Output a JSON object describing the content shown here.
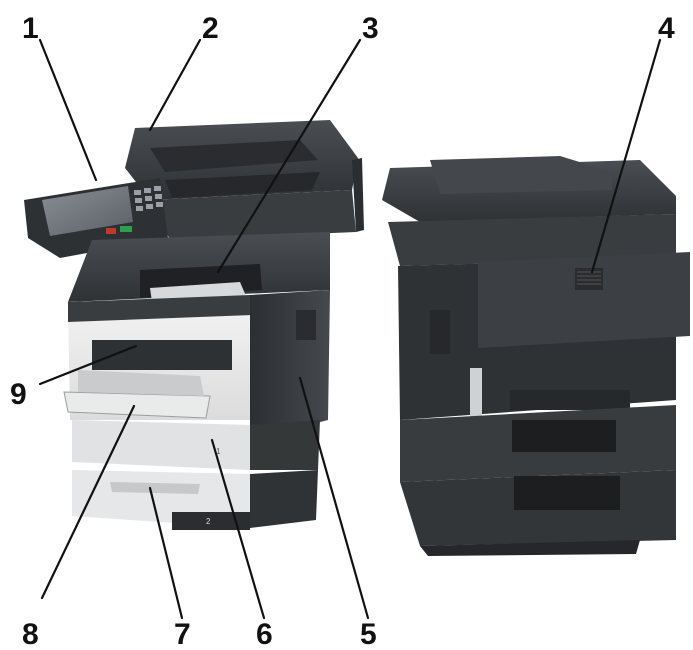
{
  "figure": {
    "callouts": [
      {
        "number": "1"
      },
      {
        "number": "2"
      },
      {
        "number": "3"
      },
      {
        "number": "4"
      },
      {
        "number": "5"
      },
      {
        "number": "6"
      },
      {
        "number": "7"
      },
      {
        "number": "8"
      },
      {
        "number": "9"
      }
    ],
    "tray_numbers": [
      "1",
      "2"
    ],
    "colors": {
      "line": "#111111",
      "body_dark": "#3a3d40",
      "body_mid": "#55595d",
      "panel_light": "#e6e7e8",
      "panel_white": "#f3f3f3",
      "screen": "#6d7278",
      "accent_green": "#2e9e4f",
      "accent_red": "#c0392b"
    }
  }
}
